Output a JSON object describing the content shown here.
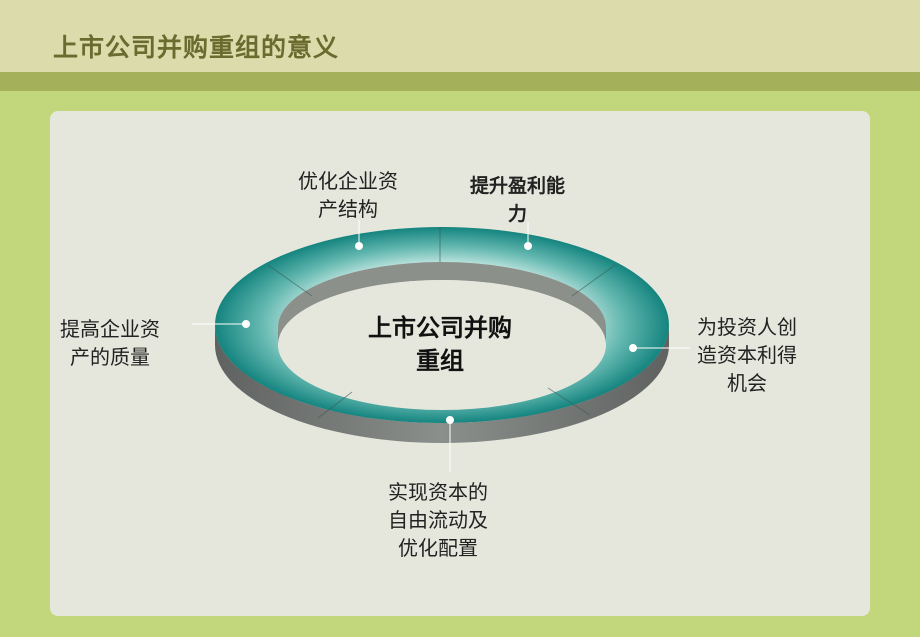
{
  "title": "上市公司并购重组的意义",
  "center": {
    "line1": "上市公司并购",
    "line2": "重组"
  },
  "labels": {
    "top_left": {
      "line1": "优化企业资",
      "line2": "产结构"
    },
    "top_right": {
      "line1": "提升盈利能",
      "line2": "力"
    },
    "left": {
      "line1": "提高企业资",
      "line2": "产的质量"
    },
    "right": {
      "line1": "为投资人创",
      "line2": "造资本利得",
      "line3": "机会"
    },
    "bottom": {
      "line1": "实现资本的",
      "line2": "自由流动及",
      "line3": "优化配置"
    }
  },
  "colors": {
    "ring_outer": "#1a8a85",
    "ring_inner": "#a7d8d2",
    "ring_side": "#6a6e6b",
    "panel": "#e6e7dc",
    "header": "#dcdbab",
    "stripe": "#a5b15a",
    "background": "#c2d67c"
  }
}
